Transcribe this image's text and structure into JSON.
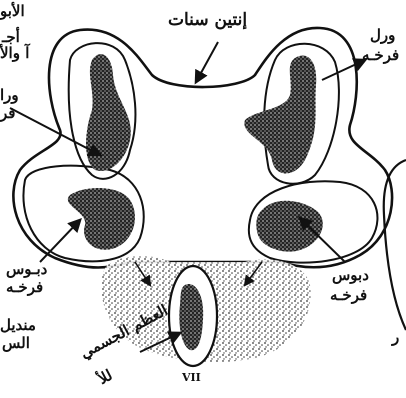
{
  "labels": {
    "top_left_cut": "الأبو",
    "top_left_cut2": "أجـ",
    "top_left_cut3": "آ والأ",
    "intersegmental": "إنتين سنات",
    "right_upper": "ورل",
    "right_upper2": "فرخـه",
    "left_upper": "ورا",
    "left_upper2": "فر",
    "left_lower": "دبـوس",
    "left_lower2": "فرخـه",
    "right_lower": "دبوس",
    "right_lower2": "فرخـه",
    "left_bottom": "منديل",
    "left_bottom2": "الس",
    "bottom_center": "العظم الجسمي",
    "bottom_center2": "للأ",
    "roman": "VII",
    "right_edge": "ر"
  },
  "colors": {
    "ink": "#111111",
    "background": "#ffffff"
  }
}
